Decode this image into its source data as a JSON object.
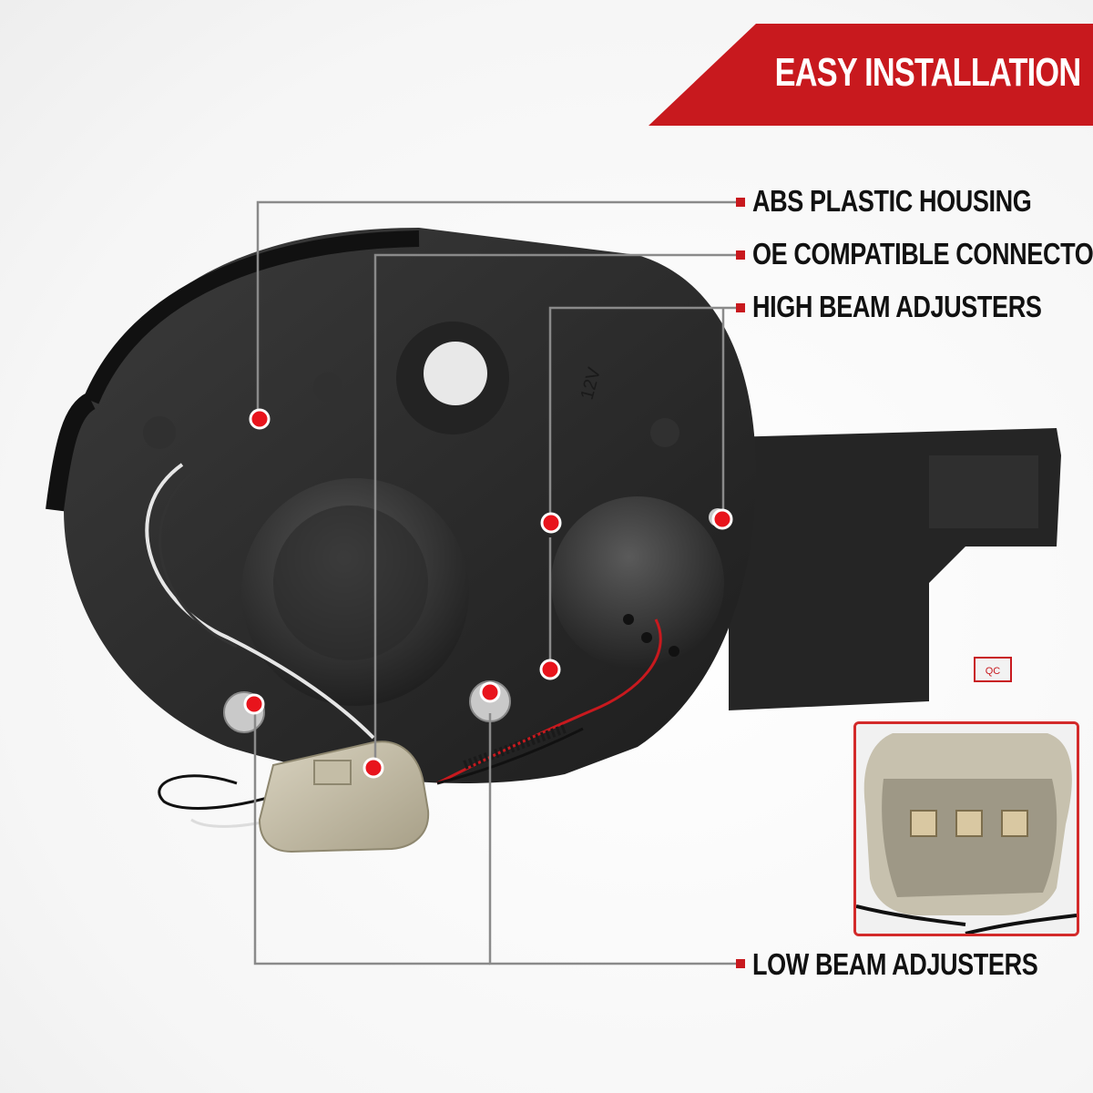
{
  "banner": {
    "title": "EASY INSTALLATION",
    "color": "#c8191e"
  },
  "callouts": [
    {
      "label": "ABS PLASTIC HOUSING"
    },
    {
      "label": "OE COMPATIBLE CONNECTOR"
    },
    {
      "label": "HIGH BEAM ADJUSTERS"
    },
    {
      "label": "LOW BEAM ADJUSTERS"
    }
  ],
  "product": {
    "housing_label_1": "12V",
    "qc_label": "QC"
  },
  "colors": {
    "accent": "#c8191e",
    "marker": "#e8141c",
    "leader_line": "#8a8a8a",
    "housing": "#2a2a2a"
  }
}
